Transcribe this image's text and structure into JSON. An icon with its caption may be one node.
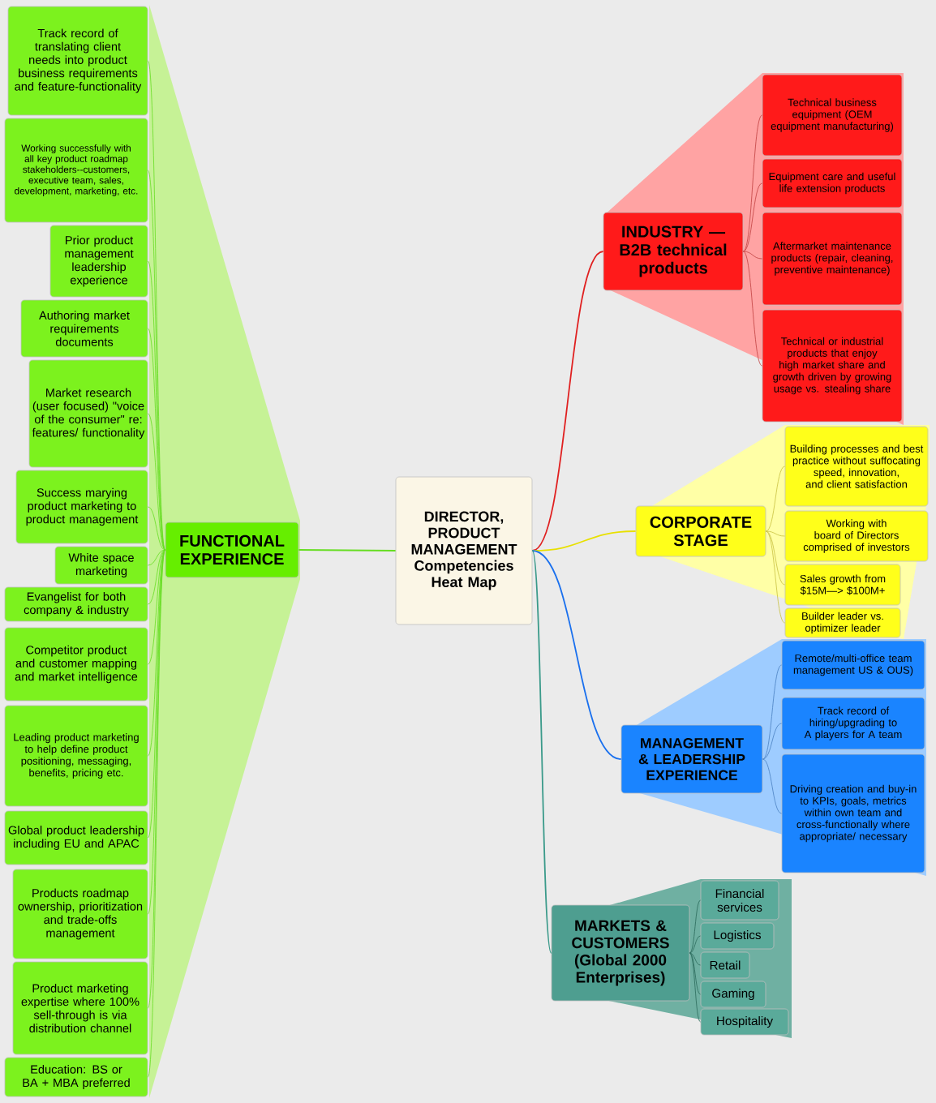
{
  "diagram": {
    "nodes": [
      {
        "text": [
          "DIRECTOR, PRODUCT MANAGEMENT",
          "Competencies Heat Map"
        ]
      },
      {
        "text": [
          "FUNCTIONAL EXPERIENCE"
        ]
      },
      {
        "text": [
          "Track record of translating client needs into product business requirements and feature-functionality"
        ]
      },
      {
        "text": [
          "Working successfully with all key product roadmap stakeholders--customers, executive team, sales, development, marketing, etc."
        ]
      },
      {
        "text": [
          "Prior product management leadership experience"
        ]
      },
      {
        "text": [
          "Authoring market requirements documents"
        ]
      },
      {
        "text": [
          "Market research (user focused) \"voice of the consumer\" re: features/ functionality"
        ]
      },
      {
        "text": [
          "Success marying product marketing to product management"
        ]
      },
      {
        "text": [
          "White space marketing"
        ]
      },
      {
        "text": [
          "Evangelist for both company & industry"
        ]
      },
      {
        "text": [
          "Competitor product and customer mapping and market intelligence"
        ]
      },
      {
        "text": [
          "Leading product marketing to help define product positioning, messaging, benefits, pricing etc."
        ]
      },
      {
        "text": [
          "Global product leadership including EU and APAC"
        ]
      },
      {
        "text": [
          "Products roadmap ownership, prioritization and trade-offs management"
        ]
      },
      {
        "text": [
          "Product marketing expertise where 100% sell-through is via distribution channel"
        ]
      },
      {
        "text": [
          "Education: BS or BA + MBA preferred"
        ]
      },
      {
        "text": [
          "INDUSTRY — B2B technical products"
        ]
      },
      {
        "text": [
          "Technical business equipment (OEM equipment manufacturing)"
        ]
      },
      {
        "text": [
          "Equipment care and useful life extension products"
        ]
      },
      {
        "text": [
          "Aftermarket maintenance products (repair, cleaning, preventive maintenance)"
        ]
      },
      {
        "text": [
          "Technical or industrial products that enjoy high market share and growth driven by growing usage vs. stealing share"
        ]
      },
      {
        "text": [
          "CORPORATE STAGE"
        ]
      },
      {
        "text": [
          "Building processes and best practice without suffocating speed, innovation, and client satisfaction"
        ]
      },
      {
        "text": [
          "Working with board of Directors comprised of investors"
        ]
      },
      {
        "text": [
          "Sales growth from $15M—> $100M+"
        ]
      },
      {
        "text": [
          "Builder leader vs. optimizer leader"
        ]
      },
      {
        "text": [
          "MANAGEMENT & LEADERSHIP EXPERIENCE"
        ]
      },
      {
        "text": [
          "Remote/multi-office team management US & OUS)"
        ]
      },
      {
        "text": [
          "Track record of hiring/upgrading to A players for A team"
        ]
      },
      {
        "text": [
          "Driving creation and buy-in to KPIs, goals, metrics within own team and cross-functionally where appropriate/ necessary"
        ]
      },
      {
        "text": [
          "MARKETS & CUSTOMERS (Global 2000 Enterprises)"
        ]
      },
      {
        "text": [
          "Financial services"
        ]
      },
      {
        "text": [
          "Logistics"
        ]
      },
      {
        "text": [
          "Retail"
        ]
      },
      {
        "text": [
          "Gaming"
        ]
      },
      {
        "text": [
          "Hospitality"
        ]
      }
    ],
    "edges": [
      {
        "from": 0,
        "to": 1,
        "arrow": "none",
        "color": "#66dd22"
      },
      {
        "from": 1,
        "to": 2,
        "arrow": "none",
        "color": "#66dd22"
      },
      {
        "from": 1,
        "to": 3,
        "arrow": "none",
        "color": "#66dd22"
      },
      {
        "from": 1,
        "to": 4,
        "arrow": "none",
        "color": "#66dd22"
      },
      {
        "from": 1,
        "to": 5,
        "arrow": "none",
        "color": "#66dd22"
      },
      {
        "from": 1,
        "to": 6,
        "arrow": "none",
        "color": "#66dd22"
      },
      {
        "from": 1,
        "to": 7,
        "arrow": "none",
        "color": "#66dd22"
      },
      {
        "from": 1,
        "to": 8,
        "arrow": "none",
        "color": "#66dd22"
      },
      {
        "from": 1,
        "to": 9,
        "arrow": "none",
        "color": "#66dd22"
      },
      {
        "from": 1,
        "to": 10,
        "arrow": "none",
        "color": "#66dd22"
      },
      {
        "from": 1,
        "to": 11,
        "arrow": "none",
        "color": "#66dd22"
      },
      {
        "from": 1,
        "to": 12,
        "arrow": "none",
        "color": "#66dd22"
      },
      {
        "from": 1,
        "to": 13,
        "arrow": "none",
        "color": "#66dd22"
      },
      {
        "from": 1,
        "to": 14,
        "arrow": "none",
        "color": "#66dd22"
      },
      {
        "from": 1,
        "to": 15,
        "arrow": "none",
        "color": "#66dd22"
      },
      {
        "from": 0,
        "to": 16,
        "arrow": "none",
        "color": "#e02020"
      },
      {
        "from": 16,
        "to": 17,
        "arrow": "none",
        "color": "#c04040"
      },
      {
        "from": 16,
        "to": 18,
        "arrow": "none",
        "color": "#c04040"
      },
      {
        "from": 16,
        "to": 19,
        "arrow": "none",
        "color": "#c04040"
      },
      {
        "from": 16,
        "to": 20,
        "arrow": "none",
        "color": "#c04040"
      },
      {
        "from": 0,
        "to": 21,
        "arrow": "none",
        "color": "#e8e000"
      },
      {
        "from": 21,
        "to": 22,
        "arrow": "none",
        "color": "#c8c040"
      },
      {
        "from": 21,
        "to": 23,
        "arrow": "none",
        "color": "#c8c040"
      },
      {
        "from": 21,
        "to": 24,
        "arrow": "none",
        "color": "#c8c040"
      },
      {
        "from": 21,
        "to": 25,
        "arrow": "none",
        "color": "#c8c040"
      },
      {
        "from": 0,
        "to": 26,
        "arrow": "none",
        "color": "#1a70ee"
      },
      {
        "from": 26,
        "to": 27,
        "arrow": "none",
        "color": "#4a80c0"
      },
      {
        "from": 26,
        "to": 28,
        "arrow": "none",
        "color": "#4a80c0"
      },
      {
        "from": 26,
        "to": 29,
        "arrow": "none",
        "color": "#4a80c0"
      },
      {
        "from": 0,
        "to": 30,
        "arrow": "none",
        "color": "#3a9a8a"
      },
      {
        "from": 30,
        "to": 31,
        "arrow": "none",
        "color": "#2a6a5a"
      },
      {
        "from": 30,
        "to": 32,
        "arrow": "none",
        "color": "#2a6a5a"
      },
      {
        "from": 30,
        "to": 33,
        "arrow": "none",
        "color": "#2a6a5a"
      },
      {
        "from": 30,
        "to": 34,
        "arrow": "none",
        "color": "#2a6a5a"
      },
      {
        "from": 30,
        "to": 35,
        "arrow": "none",
        "color": "#2a6a5a"
      }
    ]
  }
}
